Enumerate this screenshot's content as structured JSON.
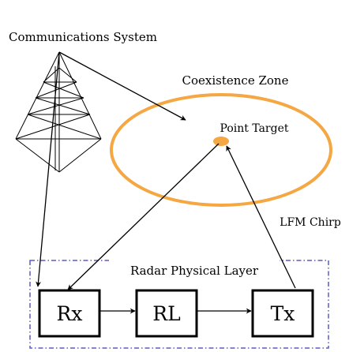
{
  "labels": {
    "communications_system": "Communications System",
    "coexistence_zone": "Coexistence Zone",
    "point_target": "Point Target",
    "lfm_chirp": "LFM Chirp",
    "radar_physical_layer": "Radar Physical Layer"
  },
  "blocks": {
    "rx": "Rx",
    "rl": "RL",
    "tx": "Tx"
  },
  "colors": {
    "zone_ellipse": "#F4A742",
    "target_dot": "#F4A742",
    "layer_border": "#5B5BC8",
    "lines": "#000000"
  }
}
